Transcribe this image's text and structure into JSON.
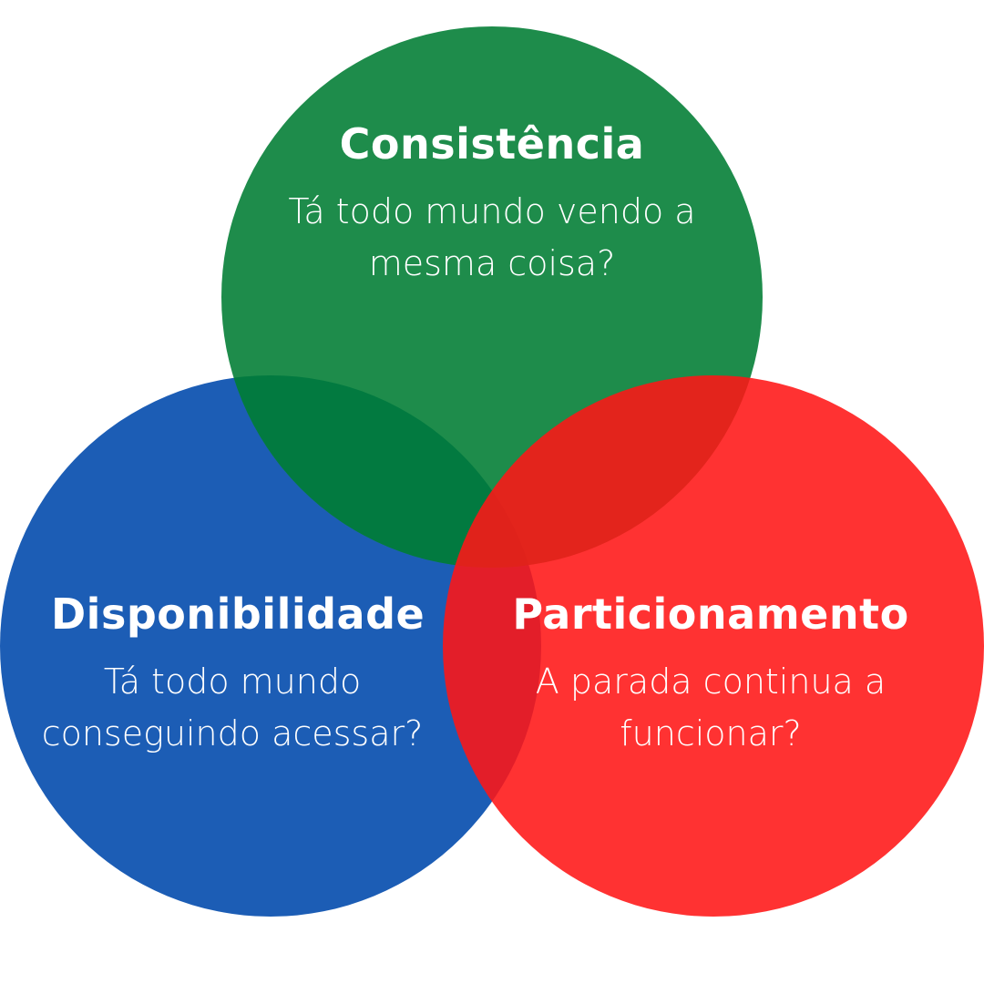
{
  "diagram": {
    "consistencia": {
      "title": "Consistência",
      "line1": "Tá todo mundo vendo a",
      "line2": "mesma coisa?",
      "color": "#1e8c4b"
    },
    "disponibilidade": {
      "title": "Disponibilidade",
      "line1": "Tá todo mundo",
      "line2": "conseguindo acessar?",
      "color": "#1c5db5"
    },
    "particionamento": {
      "title": "Particionamento",
      "line1": "A parada continua a",
      "line2": "funcionar?",
      "color": "#ff2e2e"
    }
  }
}
